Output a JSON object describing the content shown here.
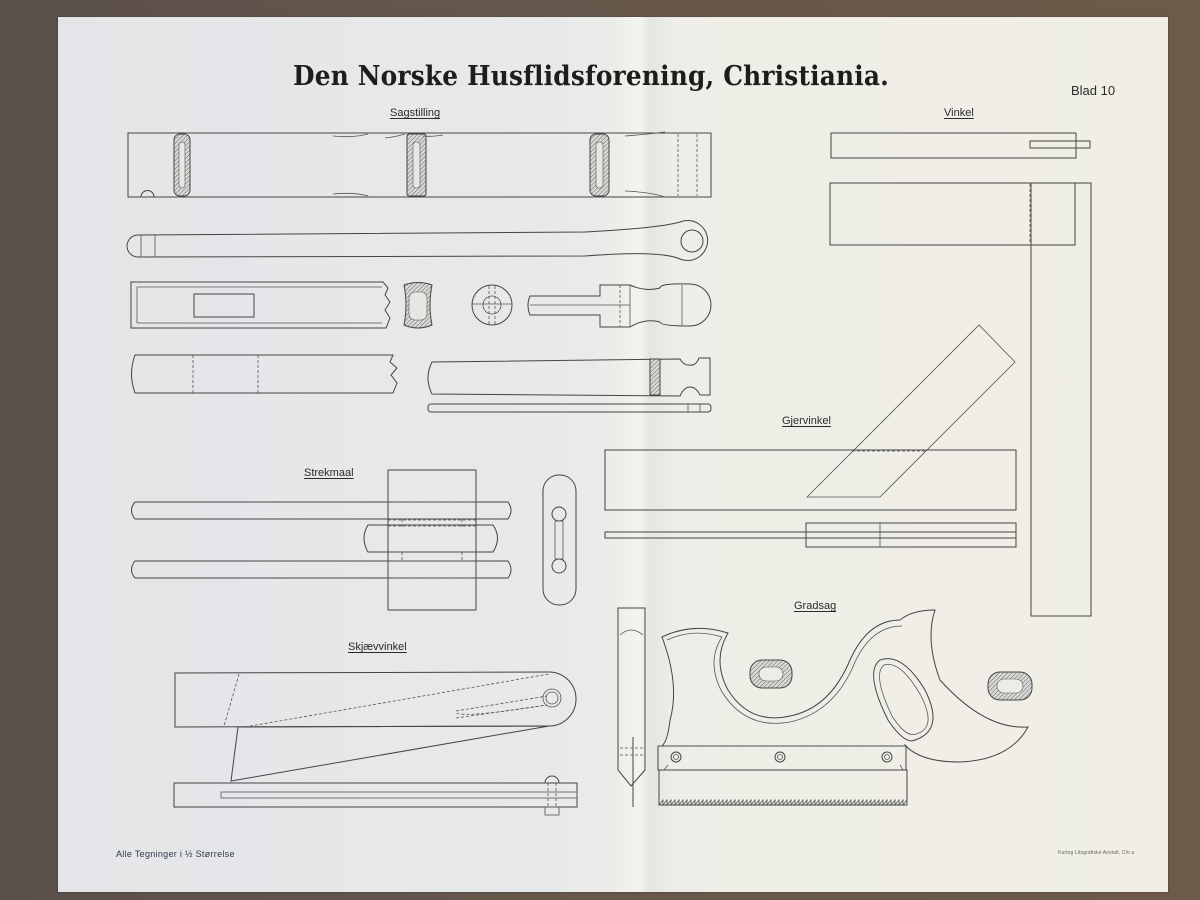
{
  "sheet": {
    "title": "Den Norske Husflidsforening, Christiania.",
    "sheet_number": "Blad 10",
    "footer_left": "Alle Tegninger i ½ Størrelse",
    "footer_right": "Kartog Litografiske Anstalt, Chr.a"
  },
  "sections": [
    {
      "id": "sagstilling",
      "label": "Sagstilling"
    },
    {
      "id": "vinkel",
      "label": "Vinkel"
    },
    {
      "id": "gjervinkel",
      "label": "Gjervinkel"
    },
    {
      "id": "strekmaal",
      "label": "Strekmaal"
    },
    {
      "id": "skjaevvinkel",
      "label": "Skjævvinkel"
    },
    {
      "id": "gradsag",
      "label": "Gradsag"
    }
  ],
  "colors": {
    "background": "#5e5045",
    "paper": "#ecebe6",
    "ink": "#444444",
    "title_ink": "#1f1c1c"
  }
}
